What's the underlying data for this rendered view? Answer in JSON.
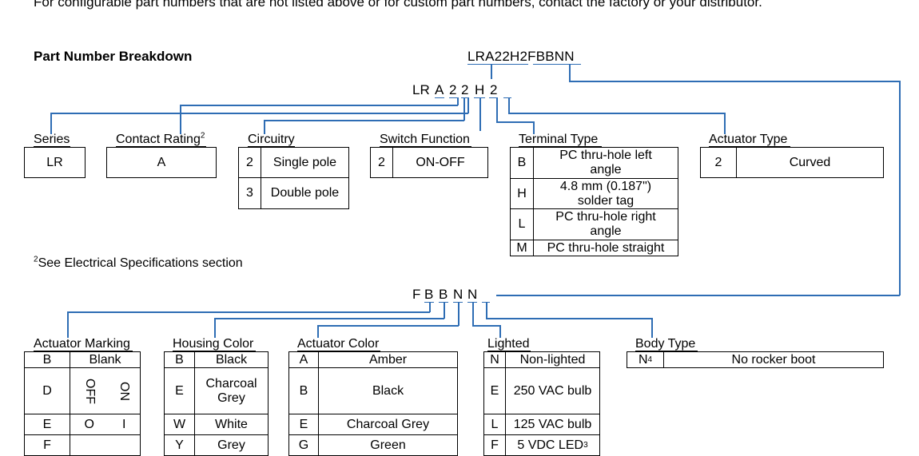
{
  "intro": "For configurable part numbers that are not listed above or for custom part numbers, contact the factory or your distributor.",
  "heading": "Part Number Breakdown",
  "full_part": "LRA22H2FBBNN",
  "part1": {
    "c1": "LR",
    "c2": "A",
    "c3": "2",
    "c4": "2",
    "c5": "H",
    "c6": "2"
  },
  "part2": {
    "c1": "F",
    "c2": "B",
    "c3": "B",
    "c4": "N",
    "c5": "N"
  },
  "footnote": {
    "sup": "2",
    "text": "See Electrical Specifications section"
  },
  "series": {
    "title": "Series",
    "value": "LR"
  },
  "contact_rating": {
    "title": "Contact Rating",
    "sup": "2",
    "value": "A"
  },
  "circuitry": {
    "title": "Circuitry",
    "rows": [
      {
        "code": "2",
        "desc": "Single pole"
      },
      {
        "code": "3",
        "desc": "Double pole"
      }
    ]
  },
  "switch_function": {
    "title": "Switch Function",
    "rows": [
      {
        "code": "2",
        "desc": "ON-OFF"
      }
    ]
  },
  "terminal_type": {
    "title": "Terminal Type",
    "rows": [
      {
        "code": "B",
        "desc": "PC thru-hole left angle"
      },
      {
        "code": "H",
        "desc": "4.8 mm (0.187\") solder tag"
      },
      {
        "code": "L",
        "desc": "PC thru-hole right angle"
      },
      {
        "code": "M",
        "desc": "PC thru-hole straight"
      }
    ]
  },
  "actuator_type": {
    "title": "Actuator Type",
    "rows": [
      {
        "code": "2",
        "desc": "Curved"
      }
    ]
  },
  "actuator_marking": {
    "title": "Actuator Marking",
    "rows": [
      {
        "code": "B",
        "desc": "Blank"
      },
      {
        "code": "D",
        "off": "OFF",
        "on": "ON"
      },
      {
        "code": "E",
        "off": "O",
        "on": "I"
      },
      {
        "code": "F",
        "desc": ""
      }
    ]
  },
  "housing_color": {
    "title": "Housing Color",
    "rows": [
      {
        "code": "B",
        "desc": "Black"
      },
      {
        "code": "E",
        "desc": "Charcoal Grey"
      },
      {
        "code": "W",
        "desc": "White"
      },
      {
        "code": "Y",
        "desc": "Grey"
      }
    ]
  },
  "actuator_color": {
    "title": "Actuator Color",
    "rows": [
      {
        "code": "A",
        "desc": "Amber"
      },
      {
        "code": "B",
        "desc": "Black"
      },
      {
        "code": "E",
        "desc": "Charcoal Grey"
      },
      {
        "code": "G",
        "desc": "Green"
      }
    ]
  },
  "lighted": {
    "title": "Lighted",
    "rows": [
      {
        "code": "N",
        "desc": "Non-lighted"
      },
      {
        "code": "E",
        "desc": "250 VAC bulb"
      },
      {
        "code": "L",
        "desc": "125 VAC bulb"
      },
      {
        "code": "F",
        "desc": "5 VDC LED",
        "sup": "3"
      }
    ]
  },
  "body_type": {
    "title": "Body Type",
    "rows": [
      {
        "code": "N",
        "code_sup": "4",
        "desc": "No rocker boot"
      }
    ]
  },
  "colors": {
    "connector": "#2e6db4",
    "text": "#000000"
  }
}
